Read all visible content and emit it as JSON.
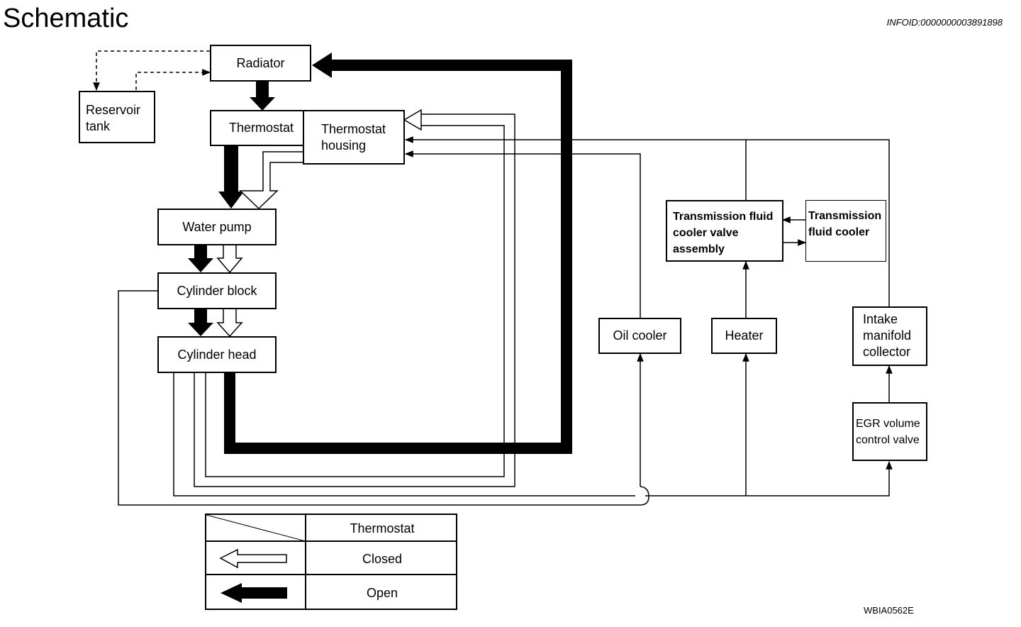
{
  "header": {
    "title": "Schematic",
    "info_id": "INFOID:0000000003891898"
  },
  "components": {
    "radiator": "Radiator",
    "reservoir_tank": "Reservoir tank",
    "thermostat": "Thermostat",
    "thermostat_housing": "Thermostat housing",
    "water_pump": "Water pump",
    "cylinder_block": "Cylinder block",
    "cylinder_head": "Cylinder head",
    "transmission_fluid_cooler_valve_assembly": "Transmission fluid cooler valve assembly",
    "transmission_fluid_cooler": "Transmission fluid cooler",
    "oil_cooler": "Oil cooler",
    "heater": "Heater",
    "intake_manifold_collector": "Intake manifold collector",
    "egr_volume_control_valve": "EGR volume control valve"
  },
  "legend": {
    "header": "Thermostat",
    "rows": [
      {
        "label": "Closed",
        "arrow": "hollow-arrow"
      },
      {
        "label": "Open",
        "arrow": "solid-arrow"
      }
    ]
  },
  "footer": {
    "figure_id": "WBIA0562E"
  }
}
